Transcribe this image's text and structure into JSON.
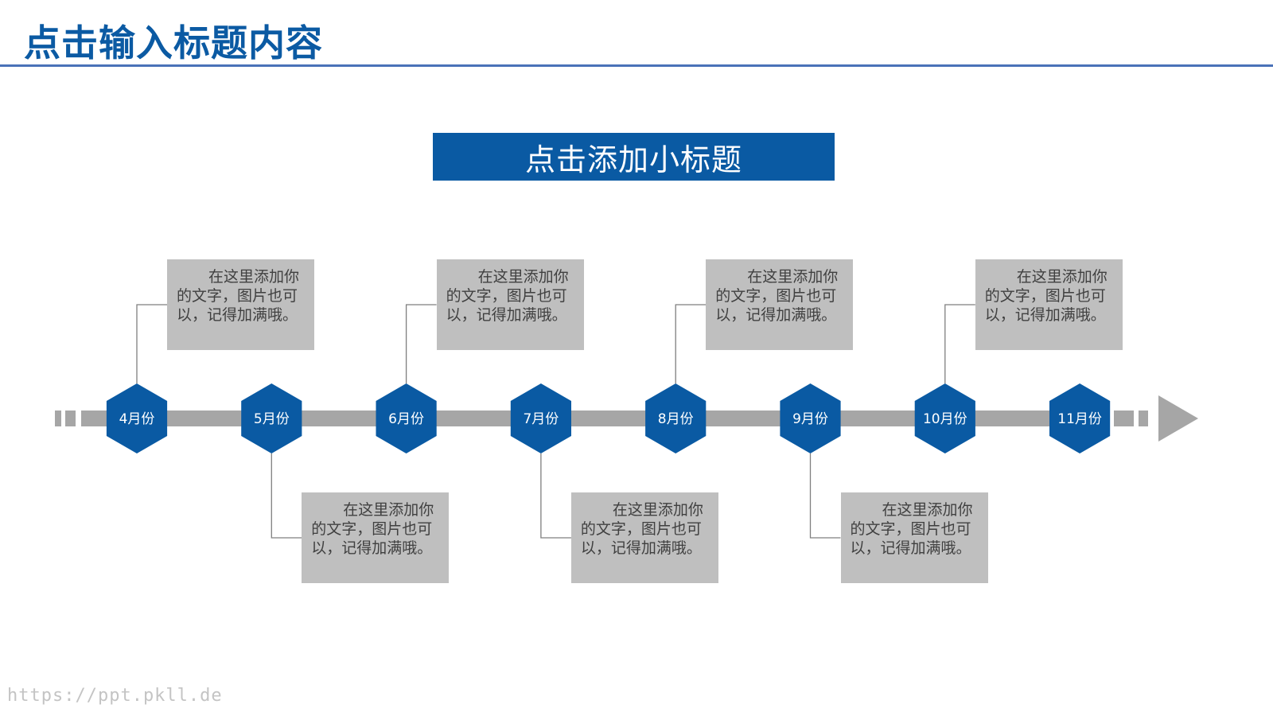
{
  "header": {
    "title": "点击输入标题内容"
  },
  "subtitle": "点击添加小标题",
  "timeline": {
    "months": [
      "4月份",
      "5月份",
      "6月份",
      "7月份",
      "8月份",
      "9月份",
      "10月份",
      "11月份"
    ],
    "notes": [
      {
        "month": "4月份",
        "position": "above",
        "text": "在这里添加你的文字，图片也可以，记得加满哦。"
      },
      {
        "month": "5月份",
        "position": "below",
        "text": "在这里添加你的文字，图片也可以，记得加满哦。"
      },
      {
        "month": "6月份",
        "position": "above",
        "text": "在这里添加你的文字，图片也可以，记得加满哦。"
      },
      {
        "month": "7月份",
        "position": "below",
        "text": "在这里添加你的文字，图片也可以，记得加满哦。"
      },
      {
        "month": "8月份",
        "position": "above",
        "text": "在这里添加你的文字，图片也可以，记得加满哦。"
      },
      {
        "month": "9月份",
        "position": "below",
        "text": "在这里添加你的文字，图片也可以，记得加满哦。"
      },
      {
        "month": "10月份",
        "position": "above",
        "text": "在这里添加你的文字，图片也可以，记得加满哦。"
      }
    ]
  },
  "footer": {
    "url": "https://ppt.pkll.de"
  },
  "colors": {
    "accent": "#0a5aa3",
    "title": "#0b5aa3",
    "rule": "#4a72b8",
    "axis": "#a6a6a6",
    "note_bg": "#bfbfbf",
    "note_text": "#404040",
    "connector": "#7f7f7f"
  }
}
